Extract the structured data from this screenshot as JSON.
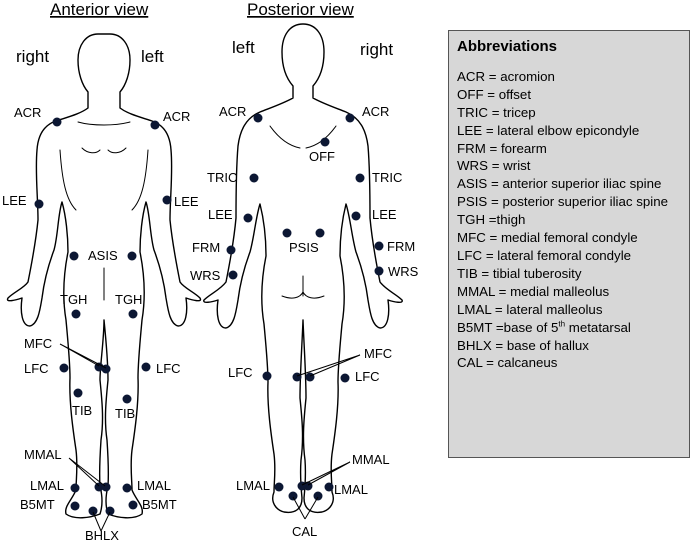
{
  "titles": {
    "anterior": "Anterior view",
    "posterior": "Posterior view"
  },
  "sides": {
    "anterior_right": "right",
    "anterior_left": "left",
    "posterior_left": "left",
    "posterior_right": "right"
  },
  "anterior_labels": {
    "acr_r": "ACR",
    "acr_l": "ACR",
    "lee_r": "LEE",
    "lee_l": "LEE",
    "asis": "ASIS",
    "tgh_r": "TGH",
    "tgh_l": "TGH",
    "mfc": "MFC",
    "lfc_r": "LFC",
    "lfc_l": "LFC",
    "tib_r": "TIB",
    "tib_l": "TIB",
    "mmal": "MMAL",
    "lmal_r": "LMAL",
    "lmal_l": "LMAL",
    "b5mt_r": "B5MT",
    "b5mt_l": "B5MT",
    "bhlx": "BHLX"
  },
  "posterior_labels": {
    "acr_l": "ACR",
    "acr_r": "ACR",
    "off": "OFF",
    "tric_l": "TRIC",
    "tric_r": "TRIC",
    "lee_l": "LEE",
    "lee_r": "LEE",
    "frm_l": "FRM",
    "frm_r": "FRM",
    "psis": "PSIS",
    "wrs_l": "WRS",
    "wrs_r": "WRS",
    "mfc": "MFC",
    "lfc_l": "LFC",
    "lfc_r": "LFC",
    "mmal": "MMAL",
    "lmal_l": "LMAL",
    "lmal_r": "LMAL",
    "cal": "CAL"
  },
  "abbreviations": {
    "title": "Abbreviations",
    "items": [
      "ACR = acromion",
      "OFF = offset",
      "TRIC = tricep",
      "LEE = lateral elbow epicondyle",
      "FRM = forearm",
      "WRS = wrist",
      "ASIS = anterior superior iliac spine",
      "PSIS = posterior superior iliac spine",
      "TGH =thigh",
      "MFC = medial femoral condyle",
      "LFC = lateral femoral condyle",
      "TIB = tibial tuberosity",
      "MMAL = medial malleolus",
      "LMAL = lateral malleolus"
    ],
    "b5mt_prefix": "B5MT =base of 5",
    "b5mt_sup": "th",
    "b5mt_suffix": " metatarsal",
    "items_after": [
      "BHLX = base of hallux",
      "CAL = calcaneus"
    ]
  },
  "colors": {
    "marker": "#0c1733",
    "box_background": "#d7d7d7",
    "outline": "#000000"
  }
}
